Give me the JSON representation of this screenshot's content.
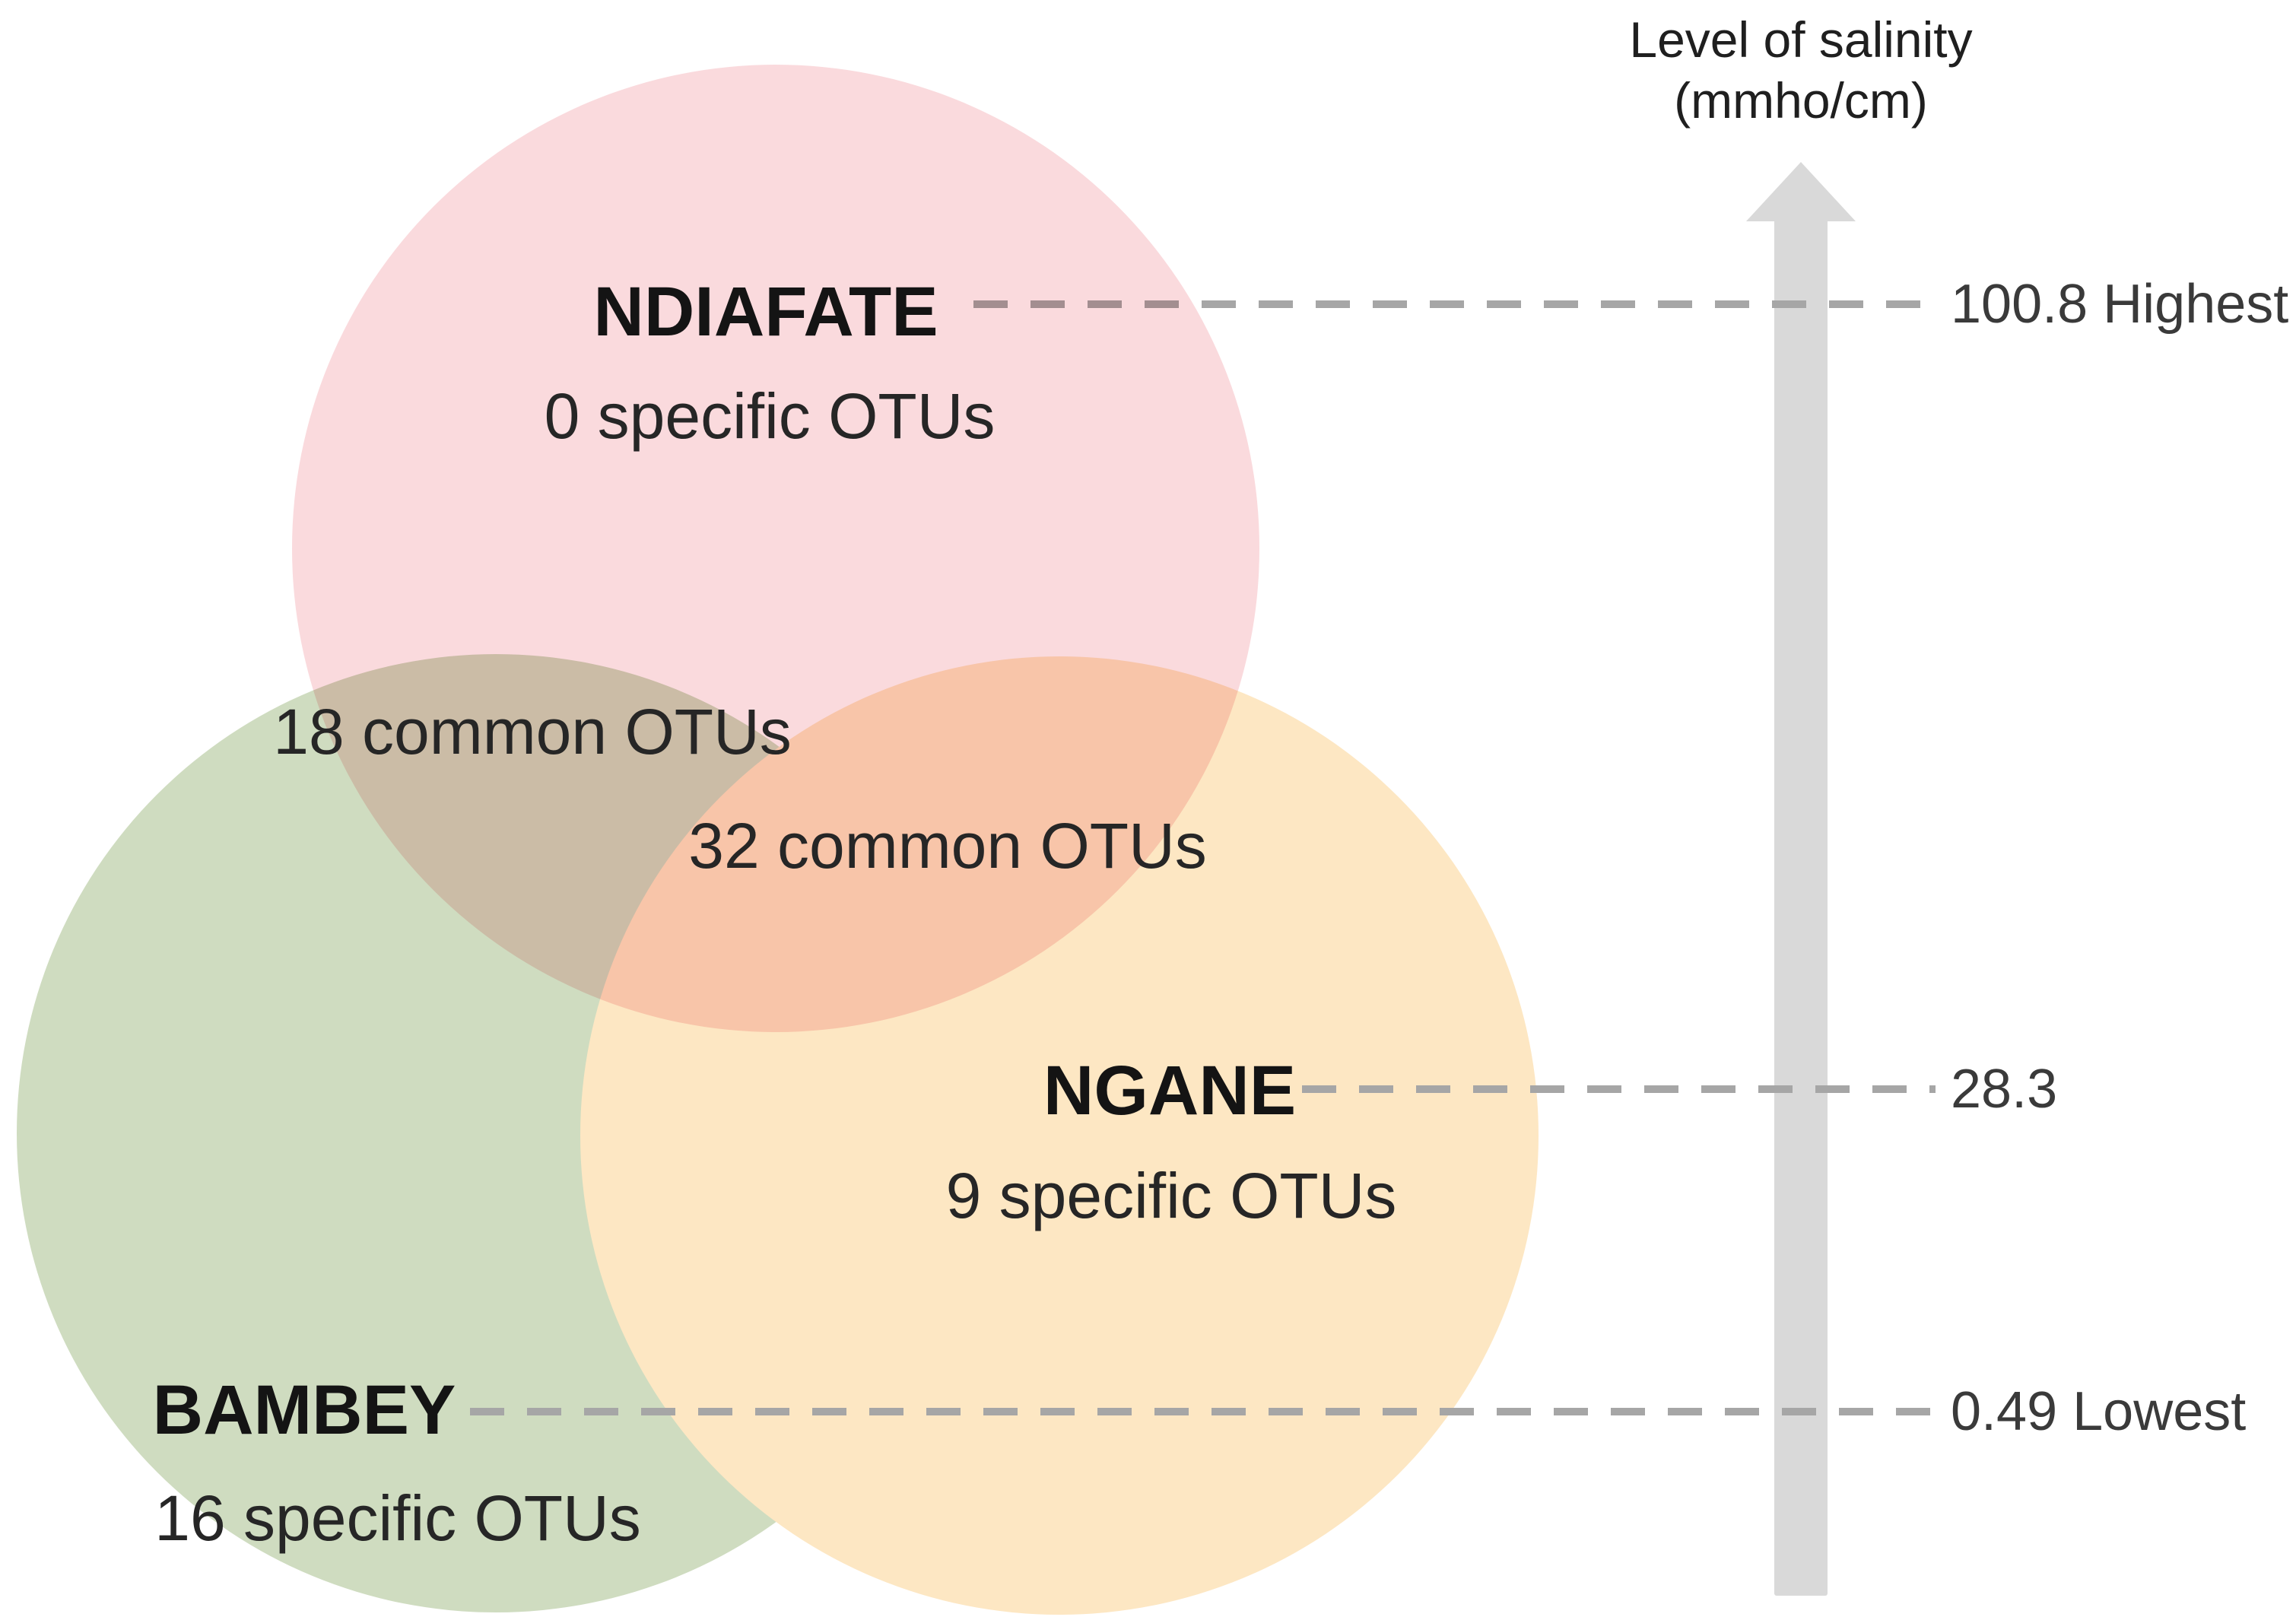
{
  "figure": {
    "background_color": "#ffffff",
    "sets": [
      {
        "name": "NDIAFATE",
        "otus": "0 specific OTUs",
        "color": "#fadadd",
        "salinity": "100.8 Highest"
      },
      {
        "name": "NGANE",
        "otus": "9 specific OTUs",
        "color": "#fde7c3",
        "salinity": "28.3"
      },
      {
        "name": "BAMBEY",
        "otus": "16 specific OTUs",
        "color": "#cfdcc0",
        "salinity": "0.49 Lowest"
      }
    ],
    "overlaps": [
      {
        "label": "18 common OTUs",
        "between": "NDIAFATE and BAMBEY"
      },
      {
        "label": "32 common OTUs",
        "between": "NDIAFATE and NGANE"
      }
    ],
    "salinity_axis": {
      "title_line1": "Level of salinity",
      "title_line2": "(mmho/cm)",
      "arrow_color": "#d9d9d9",
      "dash_color": "#a6a6a6"
    }
  }
}
